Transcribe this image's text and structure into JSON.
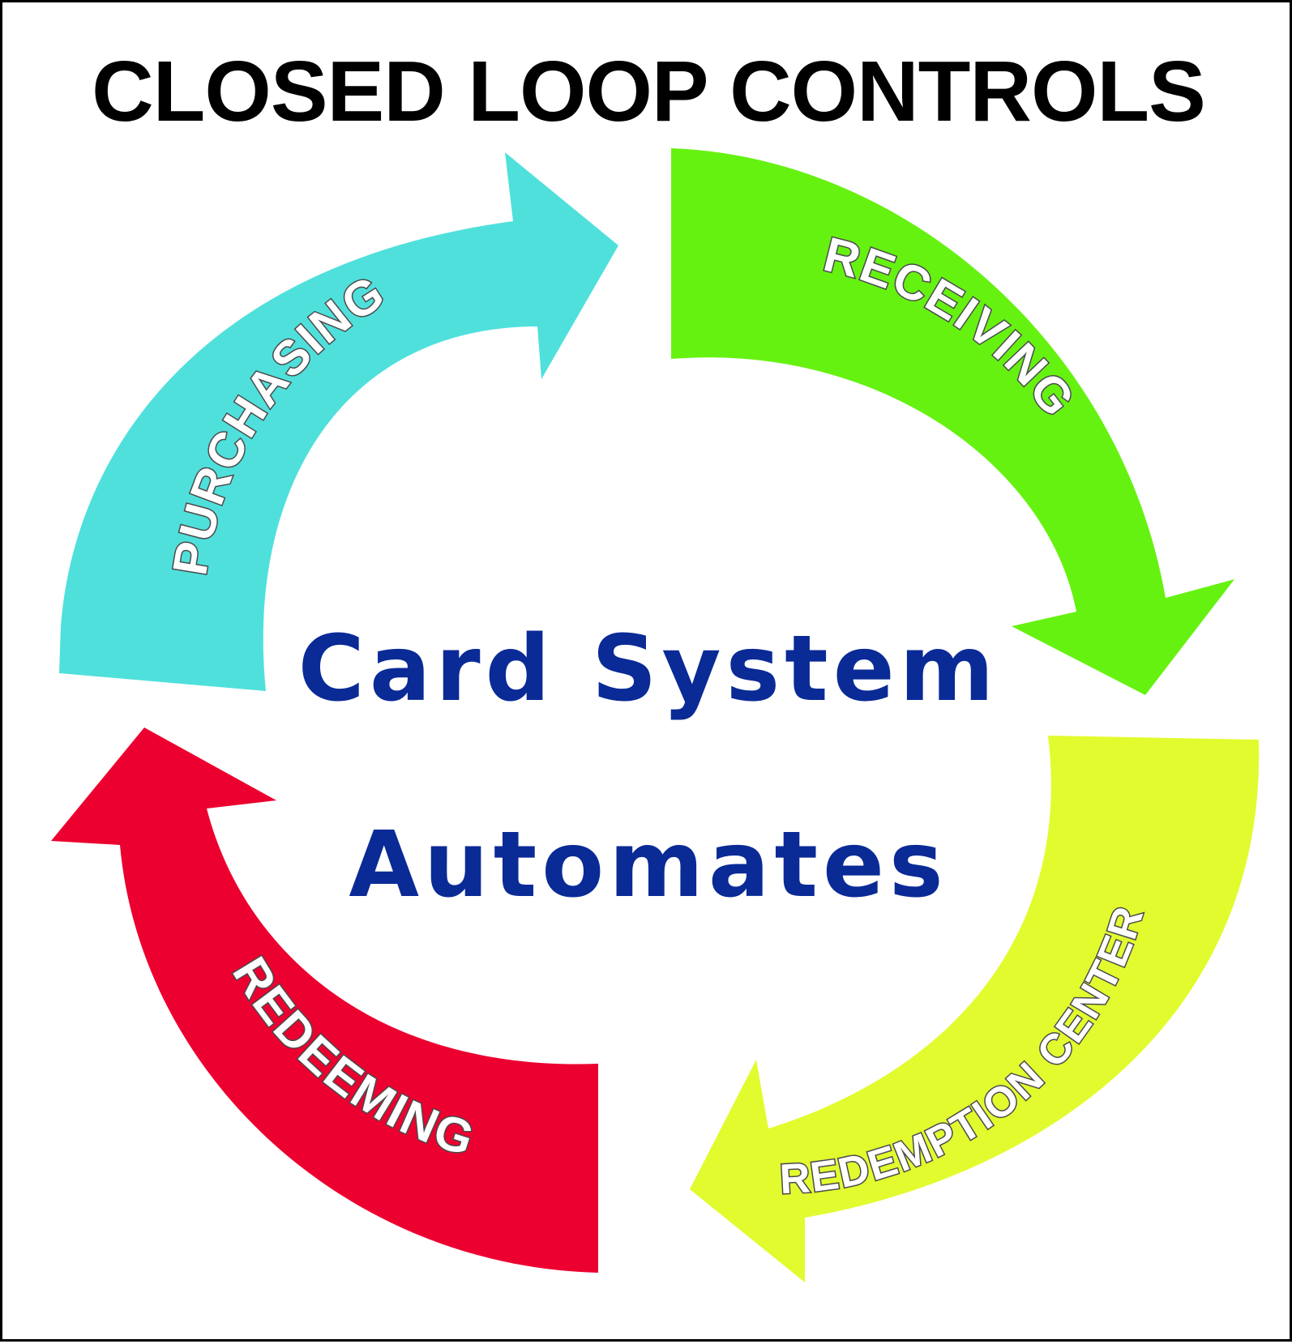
{
  "title": "CLOSED LOOP CONTROLS",
  "center": {
    "line1": "Card System",
    "line2": "Automates"
  },
  "stages": [
    {
      "id": "purchasing",
      "label": "PURCHASING",
      "color": "#4fe0dc"
    },
    {
      "id": "receiving",
      "label": "RECEIVING",
      "color": "#66f211"
    },
    {
      "id": "redemption-center",
      "label": "REDEMPTION CENTER",
      "color": "#e2fb2f"
    },
    {
      "id": "redeeming",
      "label": "REDEEMING",
      "color": "#ec0030"
    }
  ],
  "colors": {
    "title": "#000000",
    "center_text": "#0a2a96",
    "border": "#000000"
  }
}
